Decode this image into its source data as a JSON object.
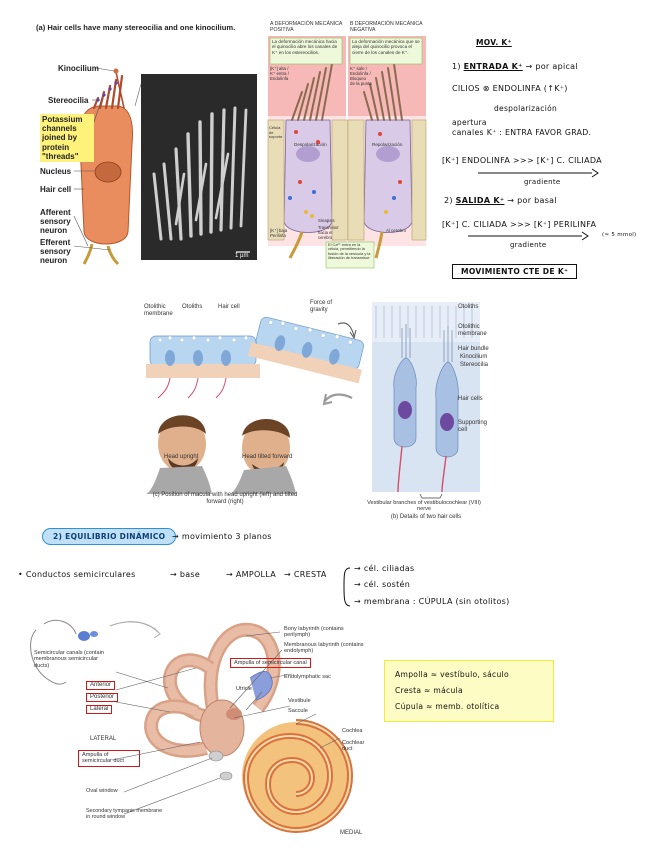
{
  "hair_cell_panel": {
    "title": "(a) Hair cells have many stereocilia and one kinocilium.",
    "labels": {
      "kinocilium": "Kinocilium",
      "stereocilia": "Stereocilia",
      "potassium": "Potassium channels joined by protein \"threads\"",
      "nucleus": "Nucleus",
      "hair_cell": "Hair cell",
      "afferent": "Afferent sensory neuron",
      "efferent": "Efferent sensory neuron",
      "scale": "1 µm"
    }
  },
  "deflection_panel": {
    "a_title": "A  DEFORMACIÓN MECÁNICA POSITIVA",
    "b_title": "B  DEFORMACIÓN MECÁNICA NEGATIVA",
    "a_note": "La deformación mecánica hacia el quinocilio abre los canales de K⁺ en los estereocilios.",
    "b_note": "La deformación mecánica que se aleja del quinocilio provoca el cierre de los canales de K⁺.",
    "k_entry": "[K⁺] alta / K⁺ entra / Endolinfa",
    "k_exit": "K⁺ sale / Endolinfa / Bloqueo de la punta",
    "depolarization": "Despolarización",
    "repolarization": "Repolarización",
    "synapse": "Sinapsis",
    "transmitter": "Transmisor hacia el cerebro",
    "to_cerebro": "Al cerebro",
    "perilinfa": "[K⁺] baja Perilinfa",
    "cell_support": "Célula de soporte",
    "ca_note": "El Ca²⁺ entra en la célula, permitiendo la fusión de la vesícula y la liberación de transmisor."
  },
  "notes_right": {
    "heading": "MOV. K⁺",
    "line1_num": "1)",
    "line1_key": "ENTRADA K⁺",
    "line1_rest": "→ por apical",
    "line2": "CILIOS ⊗ ENDOLINFA (↑K⁺)",
    "line3": "despolarización",
    "line4a": "apertura",
    "line4b": "canales K⁺ : ENTRA FAVOR GRAD.",
    "line5": "[K⁺] ENDOLINFA >>> [K⁺] C. CILIADA",
    "line5_sub": "gradiente",
    "line6_num": "2)",
    "line6_key": "SALIDA K⁺",
    "line6_rest": "→ por basal",
    "line7": "[K⁺] C. CILIADA >>> [K⁺] PERILINFA",
    "line7_sup": "(≈ 5 mmol)",
    "line7_sub": "gradiente",
    "boxed": "MOVIMIENTO CTE DE K⁺"
  },
  "macula_panel": {
    "otolithic_membrane": "Otolithic membrane",
    "otoliths": "Otoliths",
    "hair_cell": "Hair cell",
    "force": "Force of gravity",
    "head_upright": "Head upright",
    "head_tilted": "Head tilted forward",
    "caption_c": "(c) Position of macula with head upright (left) and tilted forward (right)",
    "r_otoliths": "Otoliths",
    "r_otolithic_membrane": "Otolithic membrane",
    "r_hair_bundle": "Hair bundle",
    "r_kinocilium": "Kinocilium",
    "r_stereocilia": "Stereocilia",
    "r_hair_cells": "Hair cells",
    "r_supporting": "Supporting cell",
    "vestibular": "Vestibular branches of vestibulocochlear (VIII) nerve",
    "caption_b": "(b) Details of two hair cells"
  },
  "dynamic_section": {
    "pill": "2) EQUILIBRIO DINÁMICO",
    "arrow_text": "→ movimiento 3 planos",
    "line_start": "• Conductos semicirculares",
    "tramo1": "→ base",
    "tramo2": "→ AMPOLLA",
    "tramo3": "→ CRESTA",
    "b1": "→ cél. ciliadas",
    "b2": "→ cél. sostén",
    "b3": "→ membrana : CÚPULA (sin otolitos)"
  },
  "inner_ear": {
    "semicircular_canals": "Semicircular canals (contain membranous semicircular ducts)",
    "anterior": "Anterior",
    "posterior": "Posterior",
    "lateral": "Lateral",
    "ampulla_canal": "Ampulla of semicircular canal",
    "ampulla_duct": "Ampulla of semicircular duct",
    "bony_labyrinth": "Bony labyrinth (contains perilymph)",
    "membranous_labyrinth": "Membranous labyrinth (contains endolymph)",
    "endolymphatic_sac": "Endolymphatic sac",
    "utricle": "Utricle",
    "vestibule": "Vestibule",
    "saccule": "Saccule",
    "cochlea": "Cochlea",
    "cochlear_duct": "Cochlear duct",
    "lateral_dir": "LATERAL",
    "medial_dir": "MEDIAL",
    "oval_window": "Oval window",
    "round_window": "Secondary tympanic membrane in round window"
  },
  "yellow_note": {
    "line1": "Ampolla ≈ vestíbulo, sáculo",
    "line2": "Cresta ≈ mácula",
    "line3": "Cúpula ≈ memb. otolítica"
  },
  "colors": {
    "highlight_yellow": "#fff27a",
    "note_box_fill": "#fdfcc4",
    "note_box_border": "#f3ea3c",
    "red_box": "#d01818",
    "blue_pill": "#bfe0f7",
    "blue_pill_border": "#2f8fd8",
    "hair_cell": "#e98d5e",
    "labyrinth": "#e4b49c"
  }
}
